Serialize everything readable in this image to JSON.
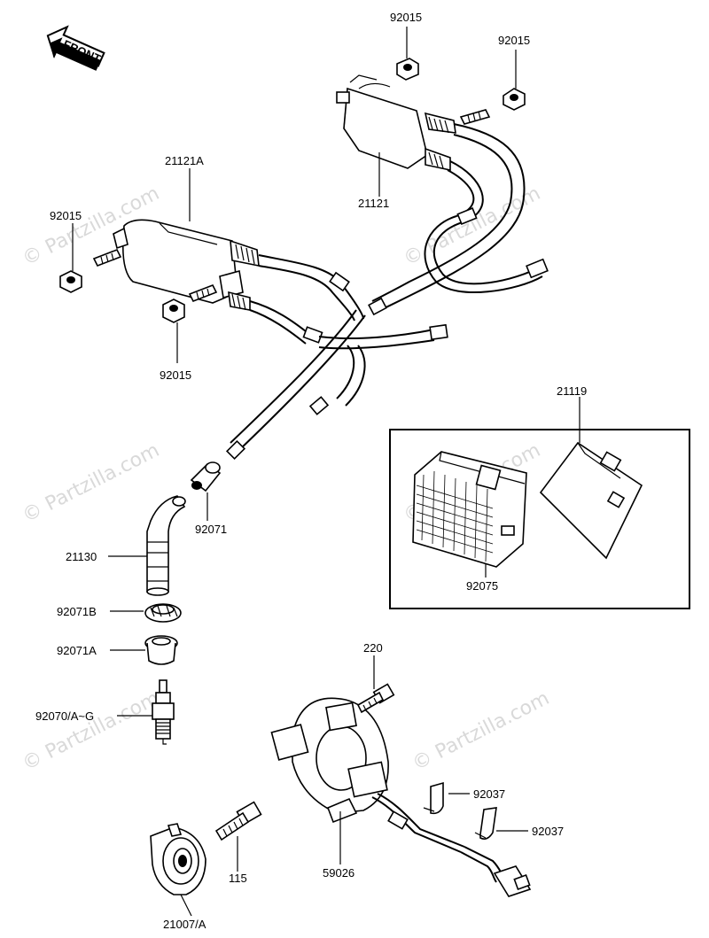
{
  "front_label": "FRONT",
  "watermark": "© Partzilla.com",
  "labels": {
    "coil_top_nut_1": "92015",
    "coil_top_nut_2": "92015",
    "coil_right": "21121",
    "coil_left": "21121A",
    "coil_left_nut_top": "92015",
    "coil_left_nut_bottom": "92015",
    "igniter_group": "21119",
    "cap_seal": "92071",
    "plug_cap": "21130",
    "seal_b": "92071B",
    "seal_a": "92071A",
    "spark_plug": "92070/A~G",
    "bolt_220": "220",
    "clamp_1": "92037",
    "clamp_2": "92037",
    "pickup_coil": "59026",
    "bolt_115": "115",
    "timing_advancer": "21007/A",
    "igniter_unit": "92075"
  }
}
